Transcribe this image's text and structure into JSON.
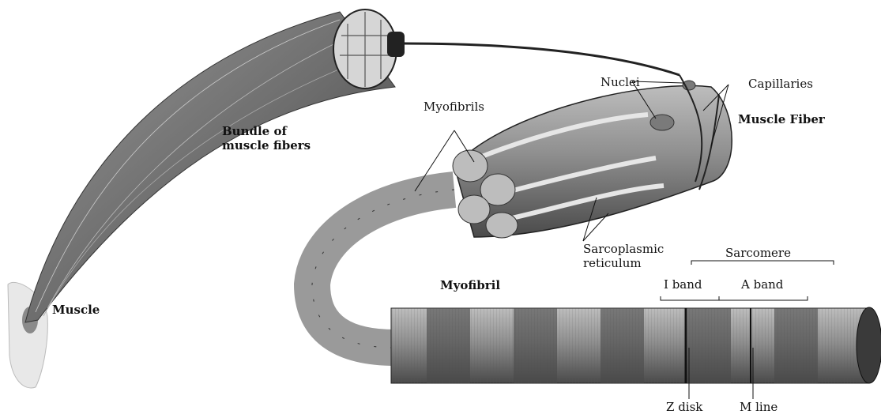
{
  "labels": {
    "bundle_line1": "Bundle of",
    "bundle_line2": "muscle fibers",
    "muscle": "Muscle",
    "myofibrils": "Myofibrils",
    "nuclei": "Nuclei",
    "capillaries": "Capillaries",
    "muscle_fiber": "Muscle Fiber",
    "sarcoplasmic_line1": "Sarcoplasmic",
    "sarcoplasmic_line2": "reticulum",
    "myofibril": "Myofibril",
    "sarcomere": "Sarcomere",
    "i_band": "I band",
    "a_band": "A band",
    "z_disk": "Z disk",
    "m_line": "M line"
  },
  "colors": {
    "ink": "#111111",
    "dark_band": "#4a4a4a",
    "light_band": "#bdbdbd",
    "fiber_body": "#8a8a8a",
    "reticulum": "#e6e6e6"
  }
}
